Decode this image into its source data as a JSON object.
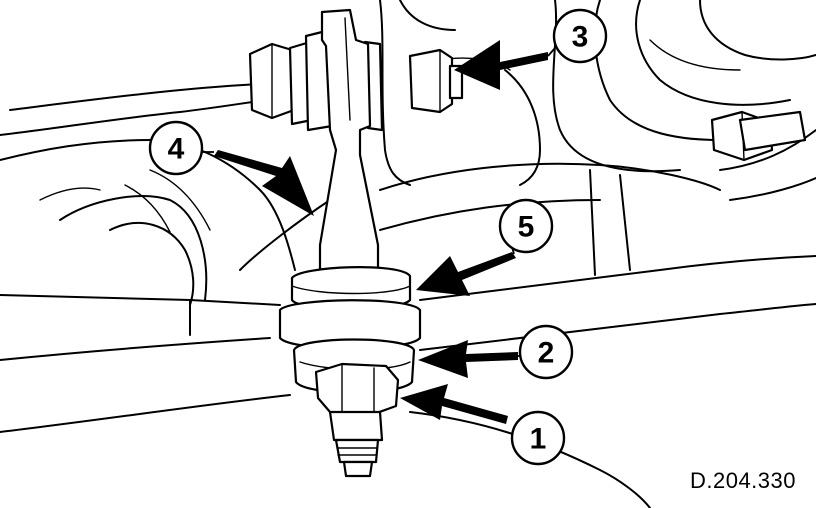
{
  "figure": {
    "reference_code": "D.204.330"
  },
  "callouts": [
    {
      "id": "1",
      "label": "1"
    },
    {
      "id": "2",
      "label": "2"
    },
    {
      "id": "3",
      "label": "3"
    },
    {
      "id": "4",
      "label": "4"
    },
    {
      "id": "5",
      "label": "5"
    }
  ]
}
